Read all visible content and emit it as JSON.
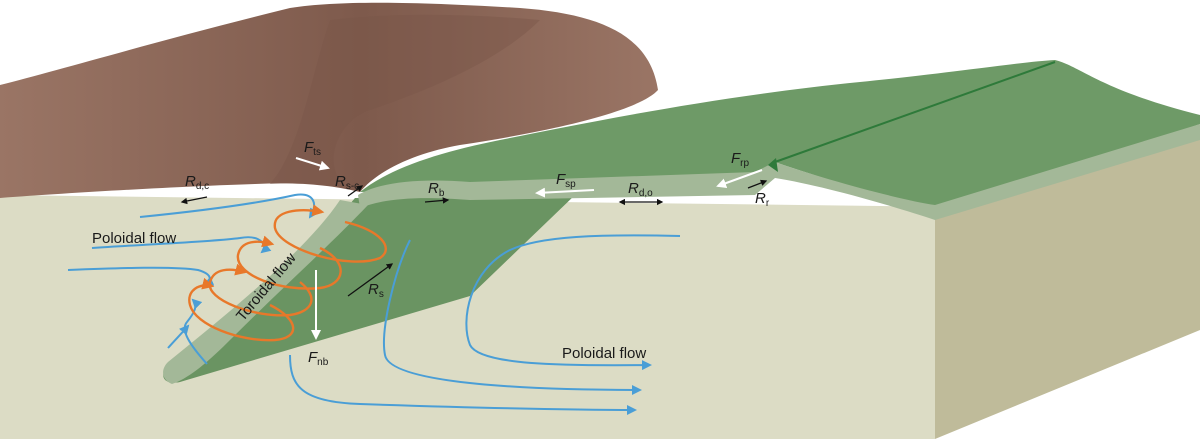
{
  "colors": {
    "mantle": "#dcdcc5",
    "mantle_side": "#bfbb9a",
    "continent_top": "#9a7565",
    "continent_dark": "#7a5649",
    "plate_top": "#6e9a67",
    "plate_slab": "#6a9462",
    "plate_edge": "#a3b898",
    "ridge_line": "#2e7a3a",
    "poloidal": "#4a9ed6",
    "toroidal": "#e8782a",
    "force_white": "#ffffff",
    "force_black": "#111111"
  },
  "labels": {
    "poloidal_left": "Poloidal flow",
    "poloidal_right": "Poloidal flow",
    "toroidal": "Toroidal flow",
    "f_ts": {
      "main": "F",
      "sub": "ts"
    },
    "r_dc": {
      "main": "R",
      "sub": "d,c"
    },
    "r_sc": {
      "main": "R",
      "sub": "s-c"
    },
    "r_b": {
      "main": "R",
      "sub": "b"
    },
    "f_sp": {
      "main": "F",
      "sub": "sp"
    },
    "r_do": {
      "main": "R",
      "sub": "d,o"
    },
    "f_rp": {
      "main": "F",
      "sub": "rp"
    },
    "r_r": {
      "main": "R",
      "sub": "r"
    },
    "r_s": {
      "main": "R",
      "sub": "s"
    },
    "f_nb": {
      "main": "F",
      "sub": "nb"
    }
  }
}
